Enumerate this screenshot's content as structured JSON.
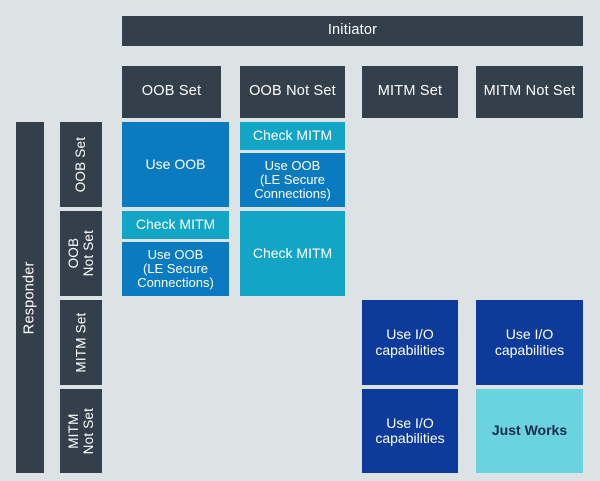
{
  "colors": {
    "background": "#dde3e5",
    "header_slate": "#333f4a",
    "blue": "#0b7bc1",
    "navy": "#0c3b9c",
    "cyan": "#12a5c5",
    "light_cyan": "#6bd3e0",
    "text_light": "#ffffff",
    "text_dark": "#132a4a"
  },
  "axes": {
    "initiator_label": "Initiator",
    "responder_label": "Responder",
    "initiator_columns": [
      "OOB Set",
      "OOB Not Set",
      "MITM Set",
      "MITM Not Set"
    ],
    "responder_rows": [
      "OOB Set",
      "OOB\nNot Set",
      "MITM Set",
      "MITM\nNot Set"
    ],
    "responder_rows_flat": [
      "OOB Set",
      "OOB Not Set",
      "MITM Set",
      "MITM Not Set"
    ]
  },
  "cells": {
    "r1c1": {
      "label": "Use OOB",
      "color": "blue"
    },
    "r1c2_top": {
      "label": "Check MITM",
      "color": "cyan"
    },
    "r1c2_bottom": {
      "label": "Use OOB\n(LE Secure\nConnections)",
      "color": "blue"
    },
    "r1c3": {
      "label": "",
      "color": "none"
    },
    "r1c4": {
      "label": "",
      "color": "none"
    },
    "r2c1_top": {
      "label": "Check MITM",
      "color": "cyan"
    },
    "r2c1_bottom": {
      "label": "Use OOB\n(LE Secure\nConnections)",
      "color": "blue"
    },
    "r2c2": {
      "label": "Check MITM",
      "color": "cyan"
    },
    "r2c3": {
      "label": "",
      "color": "none"
    },
    "r2c4": {
      "label": "",
      "color": "none"
    },
    "r3c1": {
      "label": "",
      "color": "none"
    },
    "r3c2": {
      "label": "",
      "color": "none"
    },
    "r3c3": {
      "label": "Use I/O\ncapabilities",
      "color": "navy"
    },
    "r3c4": {
      "label": "Use I/O\ncapabilities",
      "color": "navy"
    },
    "r4c1": {
      "label": "",
      "color": "none"
    },
    "r4c2": {
      "label": "",
      "color": "none"
    },
    "r4c3": {
      "label": "Use I/O\ncapabilities",
      "color": "navy"
    },
    "r4c4": {
      "label": "Just Works",
      "color": "light_cyan"
    }
  }
}
